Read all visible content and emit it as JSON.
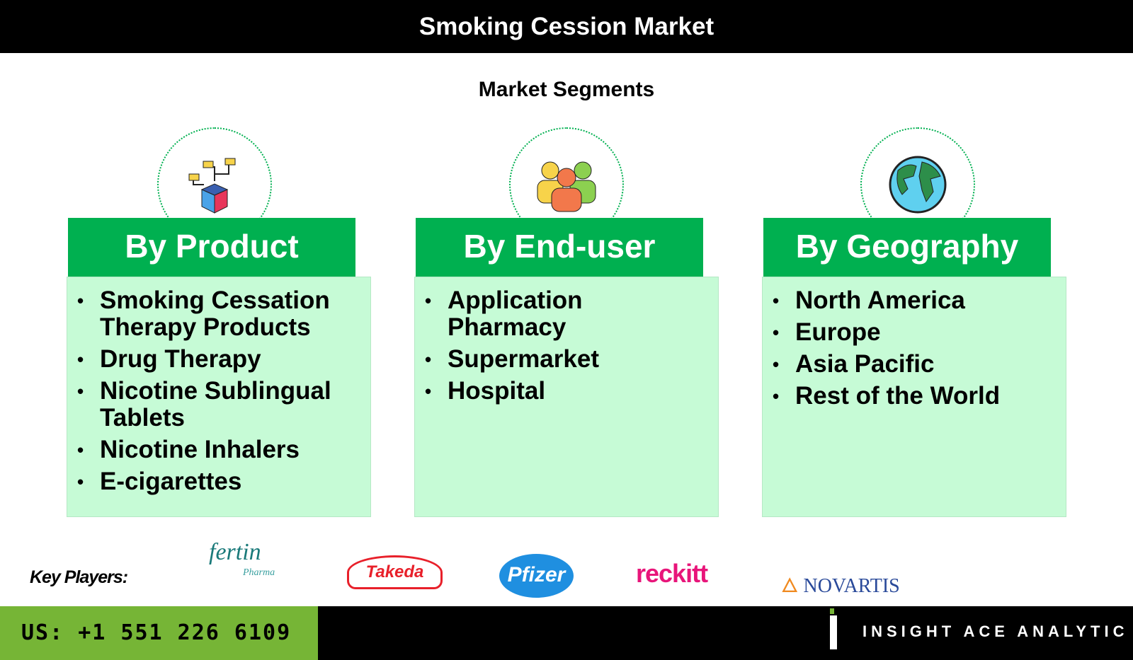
{
  "header": {
    "title": "Smoking Cession Market"
  },
  "subtitle": "Market Segments",
  "segments": [
    {
      "title": "By Product",
      "icon": "product-box-icon",
      "items": [
        "Smoking Cessation Therapy Products",
        "Drug Therapy",
        "Nicotine Sublingual Tablets",
        "Nicotine Inhalers",
        "E-cigarettes"
      ]
    },
    {
      "title": "By End-user",
      "icon": "users-group-icon",
      "items": [
        "Application Pharmacy",
        "Supermarket",
        "Hospital"
      ]
    },
    {
      "title": "By Geography",
      "icon": "globe-icon",
      "items": [
        "North America",
        "Europe",
        "Asia Pacific",
        "Rest of the World"
      ]
    }
  ],
  "key_players": {
    "label": "Key Players:",
    "logos": [
      "fertin",
      "Pharma",
      "Takeda",
      "Pfizer",
      "reckitt",
      "NOVARTIS"
    ]
  },
  "footer": {
    "phone": "US: +1 551 226 6109",
    "brand": "INSIGHT ACE ANALYTIC"
  },
  "colors": {
    "green": "#00b050",
    "light": "#c6fbd6",
    "footer_green": "#76b536"
  }
}
